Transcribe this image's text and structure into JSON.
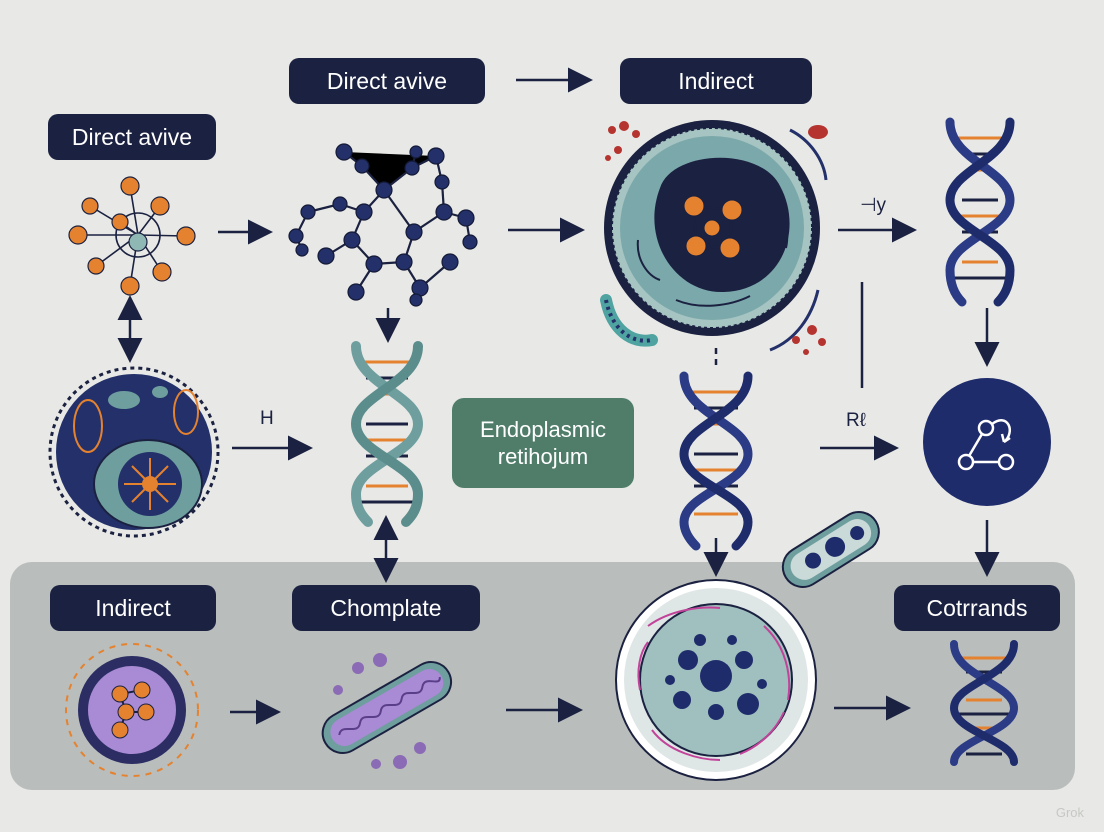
{
  "labels": {
    "direct_top": "Direct avive",
    "indirect_top": "Indirect",
    "direct_left": "Direct avive",
    "endoplasmic_line1": "Endoplasmic",
    "endoplasmic_line2": "retihojum",
    "indirect_bottom": "Indirect",
    "chomplate": "Chomplate",
    "cotrrands": "Cotrrands",
    "arrow_h": "H",
    "arrow_hy": "⊣y",
    "arrow_rl": "Rℓ"
  },
  "watermark": "Grok",
  "colors": {
    "background": "#e8e9e6",
    "panel": "#b9bdbb",
    "navy": "#1b2140",
    "orange": "#e5822f",
    "teal": "#6e9e9e",
    "purple": "#8b6bb5",
    "green_box": "#4f7d6a"
  }
}
